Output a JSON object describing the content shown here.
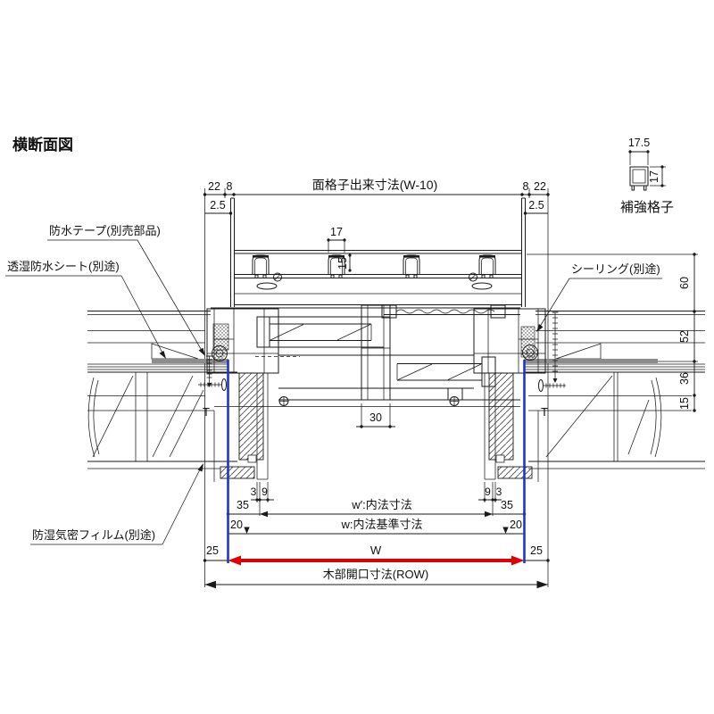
{
  "title": "横断面図",
  "colors": {
    "blue": "#2233cc",
    "red": "#e00000",
    "tape": "#8c8c8c",
    "line": "#1a1a1a"
  },
  "callouts": {
    "waterproof_tape": "防水テープ(別売部品)",
    "breathable_sheet": "透湿防水シート(別途)",
    "moisture_film": "防湿気密フィルム(別途)",
    "sealing": "シーリング(別途)"
  },
  "detail": {
    "label": "補強格子",
    "w": "17.5",
    "h": "17"
  },
  "top_dims": {
    "label": "面格子出来寸法(W-10)",
    "l22": "22",
    "l8": "8",
    "l25": "2.5",
    "r8": "8",
    "r22": "22",
    "r25": "2.5"
  },
  "grille_dims": {
    "clip_w": "17",
    "clip_h": "15"
  },
  "right_dims": {
    "d60": "60",
    "d52": "52",
    "d36": "36",
    "d15": "15"
  },
  "marks": {
    "t_left": "T",
    "t_right": "T",
    "d30": "30"
  },
  "bottom_dims": {
    "l3": "3",
    "l9": "9",
    "r9": "9",
    "r3": "3",
    "l35": "35",
    "r35": "35",
    "w_inner": "w′:内法寸法",
    "l20": "20",
    "r20": "20",
    "w_base": "w:内法基準寸法",
    "l25": "25",
    "r25": "25",
    "w": "W",
    "row": "木部開口寸法(ROW)"
  }
}
